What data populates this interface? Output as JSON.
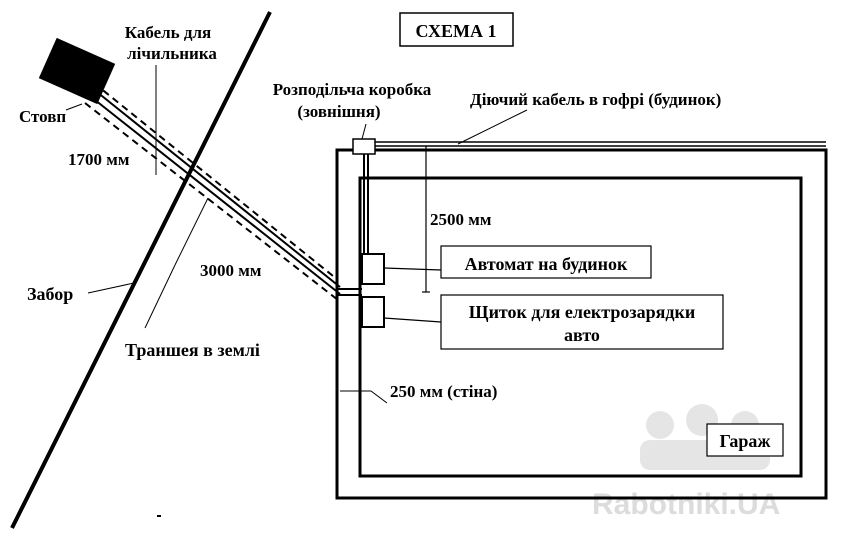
{
  "diagram": {
    "title": "СХЕМА 1",
    "labels": {
      "meter_cable": [
        "Кабель для",
        "лічильника"
      ],
      "pole": "Стовп",
      "dist_1700": "1700 мм",
      "fence": "Забор",
      "dist_3000": "3000 мм",
      "trench": "Траншея  в землі",
      "junction_box": [
        "Розподільча коробка",
        "(зовнішня)"
      ],
      "active_cable": "Діючий кабель в гофрі (будинок)",
      "dist_2500": "2500 мм",
      "breaker_house": "Автомат на будинок",
      "charger_panel": [
        "Щиток для електрозарядки",
        "авто"
      ],
      "wall_thickness": "250 мм (стіна)",
      "garage": "Гараж"
    },
    "watermark": "Rabotniki.UA",
    "colors": {
      "ink": "#000000",
      "background": "#ffffff",
      "watermark": "#d9d9d9"
    }
  }
}
